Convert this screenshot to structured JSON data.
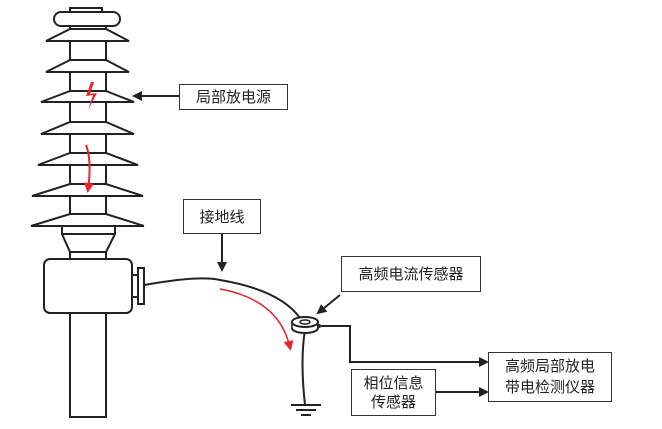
{
  "diagram": {
    "title": "",
    "labels": {
      "pd_source": "局部放电源",
      "ground_wire": "接地线",
      "hf_current_sensor": "高频电流传感器",
      "phase_sensor_line1": "相位信息",
      "phase_sensor_line2": "传感器",
      "detector_line1": "高频局部放电",
      "detector_line2": "带电检测仪器"
    },
    "components": [
      "insulator-bushing",
      "flange-base",
      "support-post",
      "ground-wire",
      "hf-current-sensor",
      "ground-symbol",
      "phase-sensor",
      "detector-instrument"
    ],
    "connections": [
      {
        "from": "pd_source_label",
        "to": "insulator-shed",
        "type": "arrow"
      },
      {
        "from": "ground_wire_label",
        "to": "ground-wire",
        "type": "arrow"
      },
      {
        "from": "hf_current_sensor_label",
        "to": "hf-current-sensor",
        "type": "arrow"
      },
      {
        "from": "hf-current-sensor",
        "to": "detector-instrument",
        "type": "arrow"
      },
      {
        "from": "phase-sensor",
        "to": "detector-instrument",
        "type": "arrow"
      }
    ],
    "colors": {
      "line": "#222222",
      "current_path": "#e8232b"
    }
  }
}
